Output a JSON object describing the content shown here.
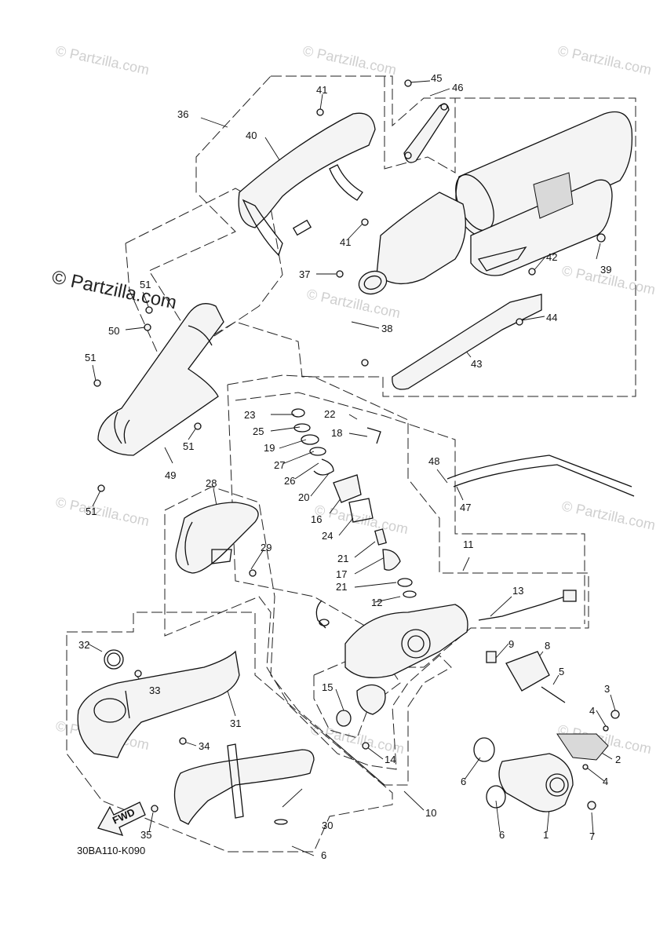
{
  "diagram": {
    "code": "30BA110-K090",
    "fwd_label": "FWD",
    "watermarks": [
      "© Partzilla.com",
      "© Partzilla.com",
      "© Partzilla.com",
      "© Partzilla.com",
      "© Partzilla.com",
      "© Partzilla.com",
      "© Partzilla.com",
      "© Partzilla.com",
      "© Partzilla.com",
      "© Partzilla.com",
      "© Partzilla.com"
    ],
    "brand_watermark": "© Partzilla.com",
    "callouts": [
      "1",
      "2",
      "3",
      "4",
      "4",
      "5",
      "6",
      "6",
      "6",
      "7",
      "8",
      "9",
      "10",
      "11",
      "12",
      "13",
      "14",
      "15",
      "16",
      "17",
      "18",
      "19",
      "20",
      "21",
      "21",
      "22",
      "23",
      "24",
      "25",
      "26",
      "27",
      "28",
      "29",
      "30",
      "31",
      "32",
      "33",
      "34",
      "35",
      "36",
      "37",
      "38",
      "39",
      "40",
      "41",
      "41",
      "42",
      "43",
      "44",
      "45",
      "46",
      "47",
      "48",
      "49",
      "50",
      "51",
      "51",
      "51",
      "51"
    ]
  }
}
